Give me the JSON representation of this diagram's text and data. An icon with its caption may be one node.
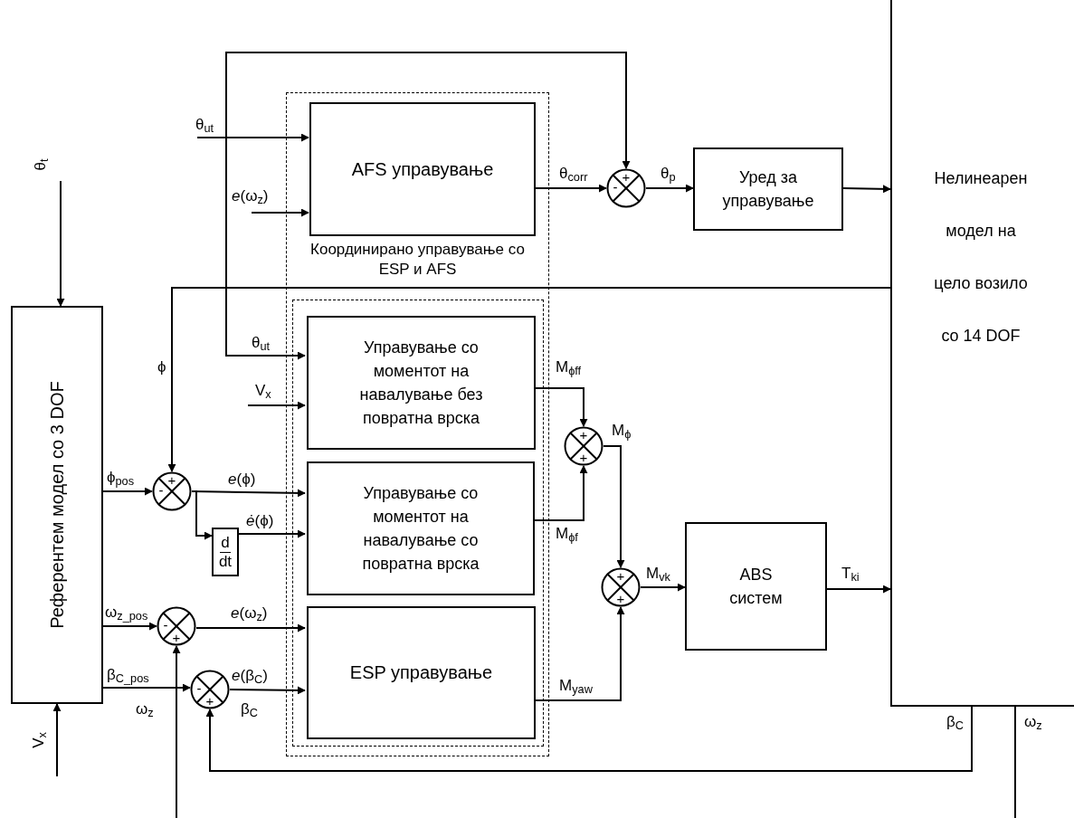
{
  "diagram": {
    "nodes": [
      {
        "text": [
          "Координирано управување со ESP и AFS"
        ]
      },
      {
        "text": [
          "AFS управување"
        ],
        "in": 0
      },
      {
        "text": [],
        "shape": "box",
        "in": 0
      },
      {
        "text": [
          "Управување со моментот на навалување без повратна врска"
        ],
        "in": 2
      },
      {
        "text": [
          "Управување со моментот на навалување со повратна врска"
        ],
        "in": 2
      },
      {
        "text": [
          "ESP управување"
        ],
        "in": 2
      },
      {
        "text": [
          "Референтем модел со 3 DOF"
        ]
      },
      {
        "text": [
          "+",
          "-"
        ]
      },
      {
        "text": [
          "Уред за управување"
        ]
      },
      {
        "text": [
          "Нелинеарен модел на цело возило со 14 DOF"
        ]
      },
      {
        "text": [
          "+",
          "-"
        ]
      },
      {
        "text": [
          "d",
          "dt"
        ]
      },
      {
        "text": [
          "-",
          "+"
        ]
      },
      {
        "text": [
          "-",
          "+"
        ]
      },
      {
        "text": [
          "+",
          "+"
        ]
      },
      {
        "text": [
          "+",
          "+"
        ]
      },
      {
        "text": [
          "ABS систем"
        ]
      }
    ],
    "edges": [
      {
        "from": null,
        "to": 6,
        "arrow": "to",
        "label": "θ$_{t}$"
      },
      {
        "from": null,
        "to": 6,
        "arrow": "to",
        "label": "V$_{x}$"
      },
      {
        "from": null,
        "to": 1,
        "arrow": "to",
        "label": "θ$_{ut}$"
      },
      {
        "from": null,
        "to": 7,
        "arrow": "to"
      },
      {
        "from": null,
        "to": 3,
        "arrow": "to",
        "label": "θ$_{ut}$"
      },
      {
        "from": null,
        "to": 1,
        "arrow": "to",
        "label": "*e*(ω$_{z}$)"
      },
      {
        "from": null,
        "to": 3,
        "arrow": "to",
        "label": "V$_{x}$"
      },
      {
        "from": 9,
        "to": 10,
        "arrow": "to",
        "label": "ϕ"
      },
      {
        "from": 6,
        "to": 10,
        "arrow": "to",
        "label": "ϕ$_{pos}$"
      },
      {
        "from": 10,
        "to": 4,
        "arrow": "to",
        "label": "*e*(ϕ)"
      },
      {
        "from": 10,
        "to": 11,
        "arrow": "to"
      },
      {
        "from": 11,
        "to": 4,
        "arrow": "to",
        "label": "*ė*(ϕ)"
      },
      {
        "from": 6,
        "to": 12,
        "arrow": "to",
        "label": "ω$_{z_pos}$"
      },
      {
        "from": 12,
        "to": 5,
        "arrow": "to",
        "label": "*e*(ω$_{z}$)"
      },
      {
        "from": null,
        "to": 12,
        "arrow": "to",
        "label": "ω$_{z}$"
      },
      {
        "from": 6,
        "to": 13,
        "arrow": "to",
        "label": "β$_{C_pos}$"
      },
      {
        "from": 13,
        "to": 5,
        "arrow": "to",
        "label": "*e*(β$_{C}$)"
      },
      {
        "from": 9,
        "to": 13,
        "arrow": "to",
        "label": "β$_{C}$"
      },
      {
        "from": 9,
        "to": null,
        "arrow": "none",
        "label": "ω$_{z}$"
      },
      {
        "from": 1,
        "to": 7,
        "arrow": "to",
        "label": "θ$_{corr}$"
      },
      {
        "from": 7,
        "to": 8,
        "arrow": "to",
        "label": "θ$_{p}$"
      },
      {
        "from": 8,
        "to": 9,
        "arrow": "to"
      },
      {
        "from": 3,
        "to": 14,
        "arrow": "to",
        "label": "M$_{ϕff}$"
      },
      {
        "from": 4,
        "to": 14,
        "arrow": "to",
        "label": "M$_{ϕf}$"
      },
      {
        "from": 14,
        "to": 15,
        "arrow": "to",
        "label": "M$_{ϕ}$"
      },
      {
        "from": 5,
        "to": 15,
        "arrow": "to",
        "label": "M$_{yaw}$"
      },
      {
        "from": 15,
        "to": 16,
        "arrow": "to",
        "label": "M$_{vk}$"
      },
      {
        "from": 16,
        "to": 9,
        "arrow": "to",
        "label": "T$_{ki}$"
      }
    ],
    "labels": [
      "β$_{C}$"
    ]
  }
}
